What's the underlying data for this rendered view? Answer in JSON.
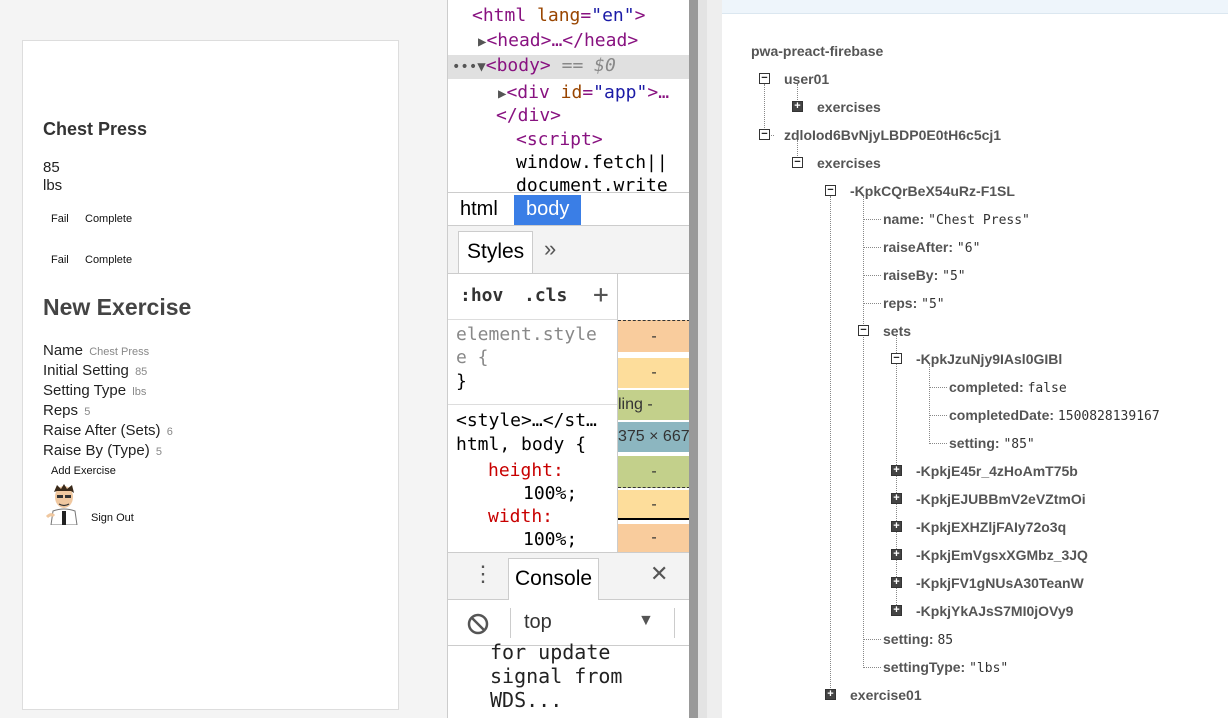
{
  "app": {
    "exercise_title": "Chest Press",
    "setting_value": "85",
    "setting_unit": "lbs",
    "fail_label": "Fail",
    "complete_label": "Complete",
    "new_exercise_title": "New Exercise",
    "fields": [
      {
        "label": "Name",
        "value": "Chest Press"
      },
      {
        "label": "Initial Setting",
        "value": "85"
      },
      {
        "label": "Setting Type",
        "value": "lbs"
      },
      {
        "label": "Reps",
        "value": "5"
      },
      {
        "label": "Raise After (Sets)",
        "value": "6"
      },
      {
        "label": "Raise By (Type)",
        "value": "5"
      }
    ],
    "add_exercise_label": "Add Exercise",
    "sign_out_label": "Sign Out"
  },
  "devtools": {
    "dom": {
      "html_tag": "<html",
      "lang_attr": "lang",
      "lang_value": "\"en\"",
      "head": "<head>…</head>",
      "body_open": "<body>",
      "body_eq": "== $0",
      "div_open": "<div",
      "id_attr": "id",
      "id_value": "\"app\"",
      "div_rest": ">…",
      "div_close": "</div>",
      "script_open": "<script>",
      "script_line1": "window.fetch||",
      "script_line2": "document.write"
    },
    "crumbs": [
      "html",
      "body"
    ],
    "styles_tab": "Styles",
    "more_tabs": "»",
    "hov": ":hov",
    "cls": ".cls",
    "plus": "+",
    "element_style": "element.style",
    "element_style_cont": "e {",
    "close_brace": "}",
    "style_source": "<style>…</st…",
    "selector": "html, body {",
    "prop_height": "height:",
    "val_height": "100%;",
    "prop_width": "width:",
    "val_width": "100%;",
    "box_values": [
      "-",
      "-",
      "ling -",
      "375 × 667",
      "-",
      "-",
      "-"
    ],
    "console_tab": "Console",
    "close_label": "✕",
    "context": "top",
    "console_text": "for update\nsignal from\nWDS..."
  },
  "db": {
    "root": "pwa-preact-firebase",
    "user01": "user01",
    "exercises": "exercises",
    "user2": "zdloIod6BvNjyLBDP0E0tH6c5cj1",
    "exercise_key": "-KpkCQrBeX54uRz-F1SL",
    "name_key": "name:",
    "name_val": "\"Chest Press\"",
    "raiseAfter_key": "raiseAfter:",
    "raiseAfter_val": "\"6\"",
    "raiseBy_key": "raiseBy:",
    "raiseBy_val": "\"5\"",
    "reps_key": "reps:",
    "reps_val": "\"5\"",
    "sets": "sets",
    "set1": "-KpkJzuNjy9IAsl0GIBl",
    "completed_key": "completed:",
    "completed_val": "false",
    "completedDate_key": "completedDate:",
    "completedDate_val": "1500828139167",
    "setting_inner_key": "setting:",
    "setting_inner_val": "\"85\"",
    "other_sets": [
      "-KpkjE45r_4zHoAmT75b",
      "-KpkjEJUBBmV2eVZtmOi",
      "-KpkjEXHZljFAIy72o3q",
      "-KpkjEmVgsxXGMbz_3JQ",
      "-KpkjFV1gNUsA30TeanW",
      "-KpkjYkAJsS7MI0jOVy9"
    ],
    "setting_key": "setting:",
    "setting_val": "85",
    "settingType_key": "settingType:",
    "settingType_val": "\"lbs\"",
    "exercise01": "exercise01"
  }
}
